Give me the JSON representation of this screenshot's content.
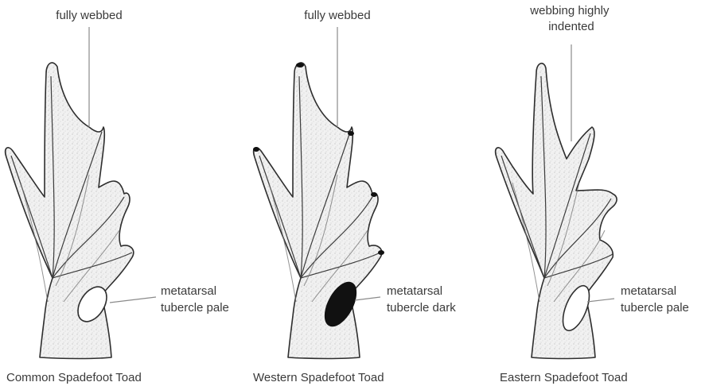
{
  "panels": [
    {
      "caption": "Common Spadefoot Toad",
      "webbing_label": [
        "fully webbed"
      ],
      "tubercle_label": [
        "metatarsal",
        "tubercle pale"
      ],
      "tubercle_color": "#ffffff",
      "webbing": "full"
    },
    {
      "caption": "Western Spadefoot Toad",
      "webbing_label": [
        "fully webbed"
      ],
      "tubercle_label": [
        "metatarsal",
        "tubercle dark"
      ],
      "tubercle_color": "#111111",
      "webbing": "full"
    },
    {
      "caption": "Eastern Spadefoot Toad",
      "webbing_label": [
        "webbing highly",
        "indented"
      ],
      "tubercle_label": [
        "metatarsal",
        "tubercle pale"
      ],
      "tubercle_color": "#ffffff",
      "webbing": "indented"
    }
  ],
  "colors": {
    "text": "#3a3a3a",
    "outline": "#2e2e2e",
    "leader": "#8a8a8a"
  }
}
